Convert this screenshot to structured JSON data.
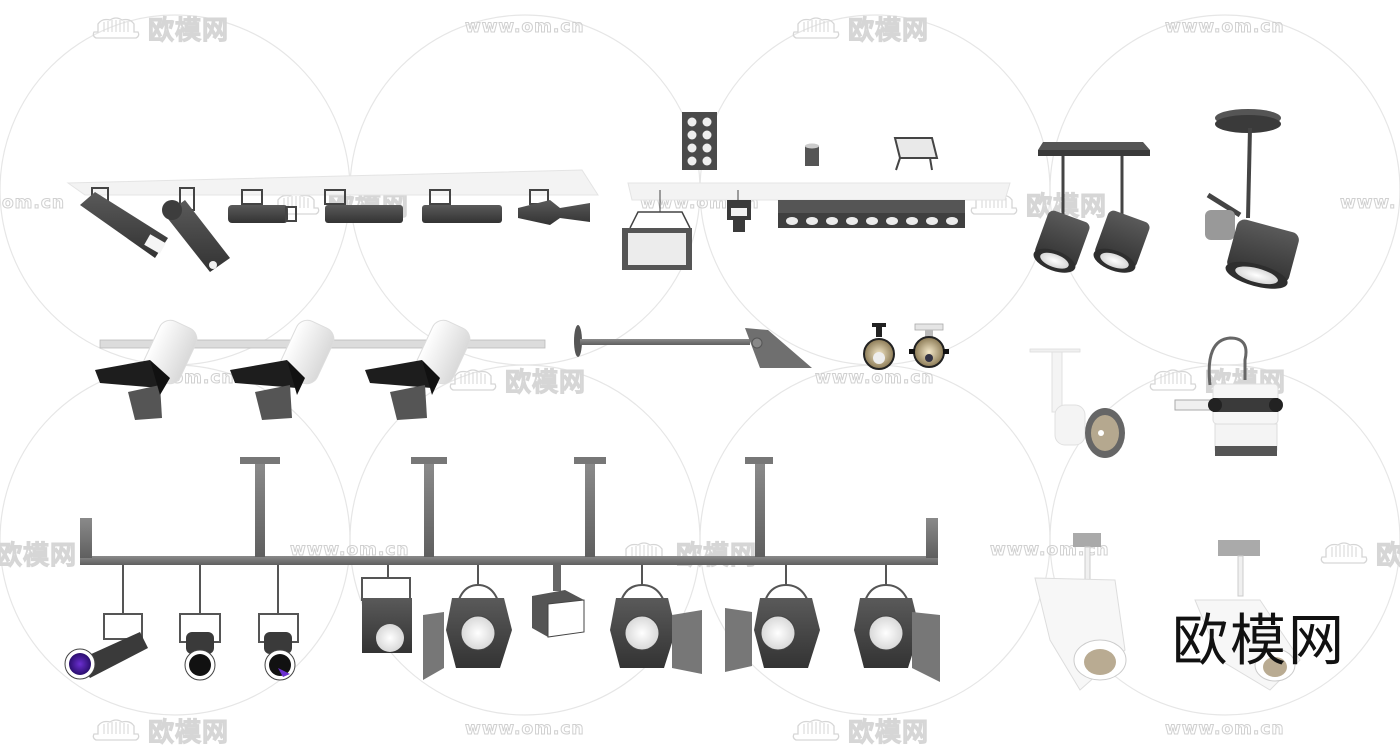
{
  "image": {
    "subject": "Stage and track spotlight 3D model collection",
    "background_color": "#ffffff",
    "product_color_dark": "#4a4a4a",
    "product_color_white": "#f4f4f4",
    "filter_color_purple": "#4b1fa8"
  },
  "watermarks": {
    "logo_text": "欧模网",
    "url_text": "www.om.cn",
    "partial_url_left": "om.cn",
    "partial_url_right": "www.",
    "partial_logo_left": "欧模网"
  },
  "brand_mark": {
    "text": "欧模网"
  },
  "groups": [
    {
      "name": "ceiling-profile-spotlights",
      "count": 6
    },
    {
      "name": "ceiling-panel-fixtures",
      "count": 6
    },
    {
      "name": "double-ceiling-spotlight",
      "count": 1
    },
    {
      "name": "single-ceiling-spotlight",
      "count": 1
    },
    {
      "name": "track-barndoor-spotlights",
      "count": 3
    },
    {
      "name": "wall-arm-floodlight",
      "count": 1
    },
    {
      "name": "mini-gold-spotlights",
      "count": 2
    },
    {
      "name": "white-track-spots",
      "count": 2
    },
    {
      "name": "stage-truss-lights",
      "count": 9
    },
    {
      "name": "white-track-spotlights-large",
      "count": 2
    }
  ]
}
